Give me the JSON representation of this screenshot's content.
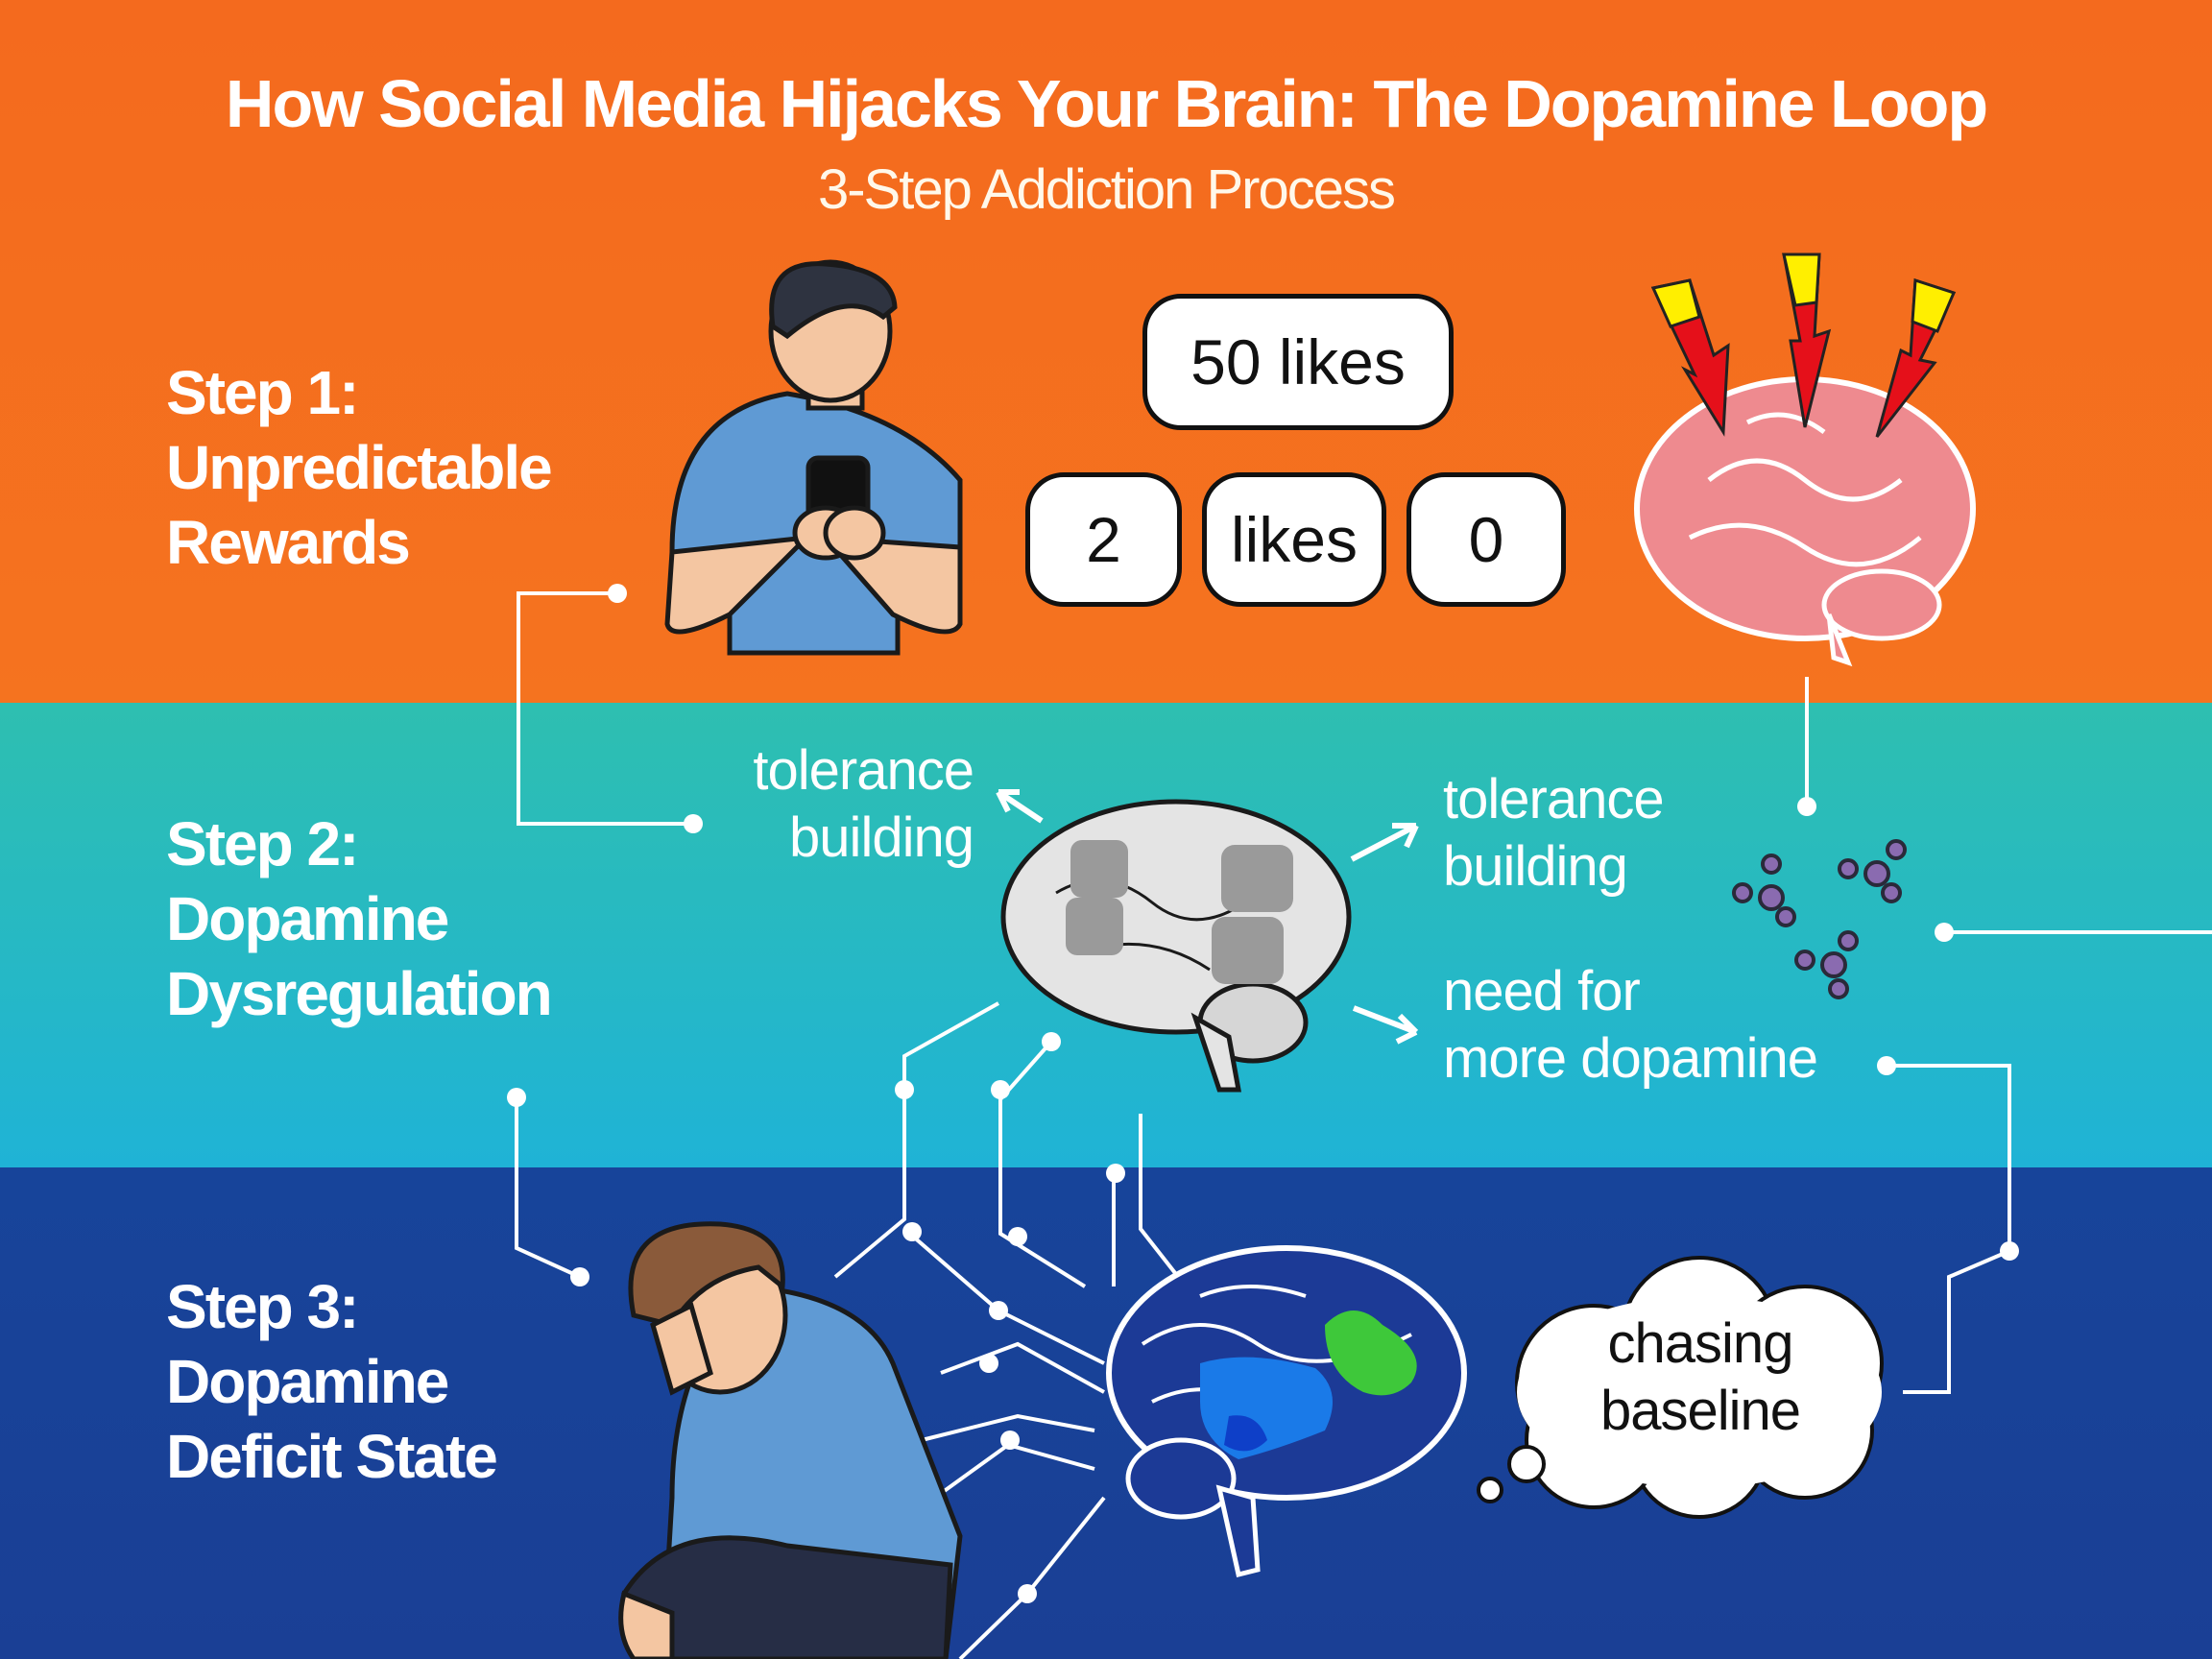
{
  "header": {
    "title": "How Social Media Hijacks Your Brain: The Dopamine Loop",
    "subtitle": "3-Step Addiction Process"
  },
  "steps": [
    {
      "label": "Step 1:",
      "name_lines": [
        "Unpredictable",
        "Rewards"
      ],
      "color": "#f46a1e"
    },
    {
      "label": "Step 2:",
      "name_lines": [
        "Dopamine",
        "Dysregulation"
      ],
      "color": "#22b8c4"
    },
    {
      "label": "Step 3:",
      "name_lines": [
        "Dopamine",
        "Deficit State"
      ],
      "color": "#17449a"
    }
  ],
  "step1": {
    "bubbles": [
      "50 likes",
      "2",
      "likes",
      "0"
    ]
  },
  "step2": {
    "left_label": [
      "tolerance",
      "building"
    ],
    "right_label": [
      "tolerance",
      "building"
    ],
    "need_label": [
      "need for",
      "more dopamine"
    ]
  },
  "step3": {
    "thought": [
      "chasing",
      "baseline"
    ]
  }
}
